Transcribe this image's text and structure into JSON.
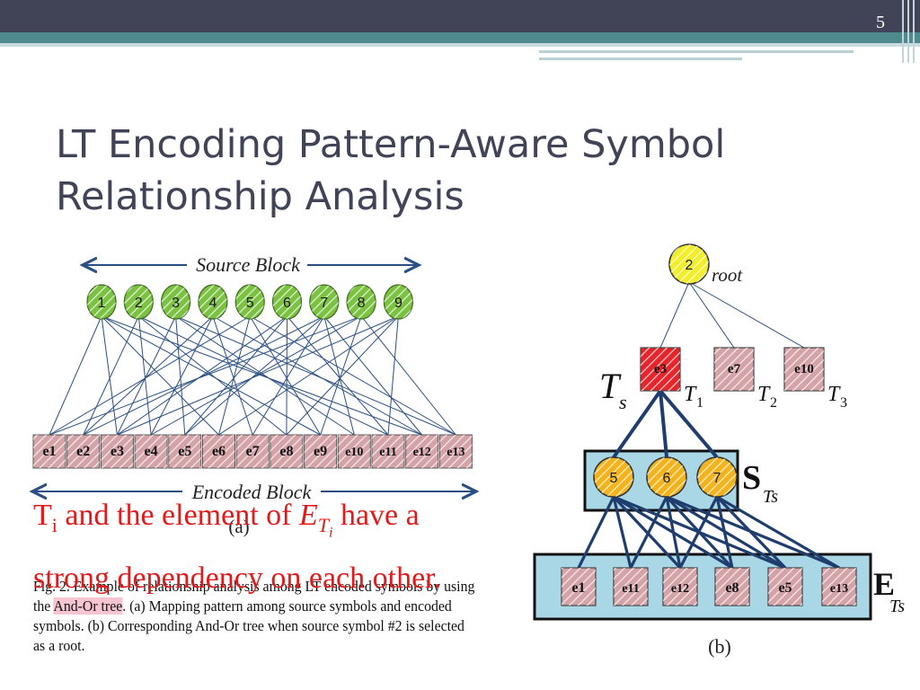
{
  "slide": {
    "number": "5",
    "title_line1": "LT Encoding Pattern-Aware Symbol",
    "title_line2": "Relationship Analysis"
  },
  "figure_a": {
    "top_label": "Source Block",
    "bottom_label": "Encoded Block",
    "panel_label": "(a)",
    "source_symbols": [
      "1",
      "2",
      "3",
      "4",
      "5",
      "6",
      "7",
      "8",
      "9"
    ],
    "encoded_symbols": [
      "e1",
      "e2",
      "e3",
      "e4",
      "e5",
      "e6",
      "e7",
      "e8",
      "e9",
      "e10",
      "e11",
      "e12",
      "e13"
    ]
  },
  "figure_b": {
    "root_value": "2",
    "root_label": "root",
    "ts_label": "T",
    "ts_sub": "s",
    "level1": [
      {
        "text": "e3",
        "tag": "T",
        "tag_sub": "1"
      },
      {
        "text": "e7",
        "tag": "T",
        "tag_sub": "2"
      },
      {
        "text": "e10",
        "tag": "T",
        "tag_sub": "3"
      }
    ],
    "st_label": "S",
    "st_sub": "Ts",
    "st_nodes": [
      "5",
      "6",
      "7"
    ],
    "et_label": "E",
    "et_sub": "Ts",
    "et_nodes": [
      "e1",
      "e11",
      "e12",
      "e8",
      "e5",
      "e13"
    ],
    "panel_label": "(b)"
  },
  "caption": {
    "part1": "Fig. 2.   Example of relationship analysis among LT encoded symbols by using the ",
    "highlight": "And-Or tree",
    "part2": ". (a) Mapping pattern among source symbols and encoded symbols. (b) Corresponding And-Or tree when source symbol #2 is selected as a root."
  },
  "overlay": {
    "t_base": "T",
    "t_sub": "i",
    "mid": " and the element of ",
    "e_base": "E",
    "e_sub": "T",
    "e_subsub": "i",
    "end": " have a",
    "line2": "strong dependency on each other."
  },
  "colors": {
    "slate": "#414457",
    "teal": "#4f8a8f",
    "source_green": "#7cc242",
    "encoded_pink": "#d4a3a8",
    "root_yellow": "#f2ee2a",
    "chosen_red": "#e8242b",
    "st_orange": "#f2b31d",
    "box_blue": "#a9d7e6",
    "overlay_red": "#e01b1b"
  }
}
